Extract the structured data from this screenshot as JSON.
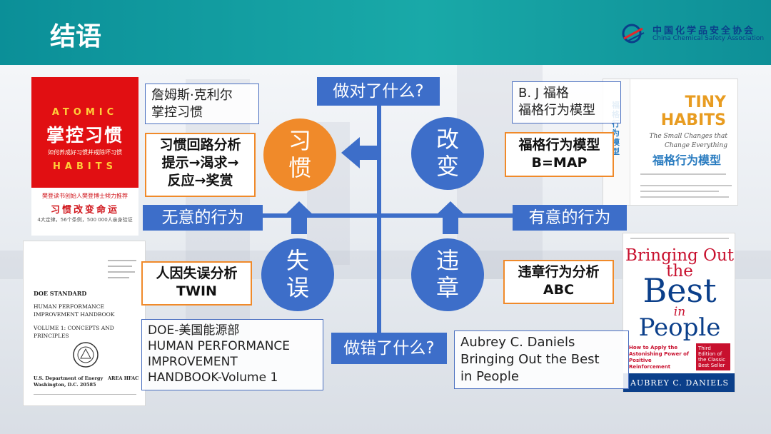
{
  "header": {
    "title": "结语"
  },
  "logo": {
    "cn": "中国化学品安全协会",
    "en": "China Chemical Safety Association"
  },
  "books": {
    "atomic": {
      "line1": "ATOMIC",
      "title": "掌控习惯",
      "subtitle": "如何养成好习惯并戒除坏习惯",
      "line2": "HABITS",
      "promo": "樊登读书创始人樊登博士倾力推荐",
      "slogan": "习惯改变命运",
      "stats": "4大定律，56个条例，500 000人亲身验证"
    },
    "doe": {
      "standard": "DOE STANDARD",
      "title": "HUMAN PERFORMANCE IMPROVEMENT HANDBOOK",
      "volume": "VOLUME 1: CONCEPTS AND PRINCIPLES",
      "dept": "U.S. Department of Energy Washington, D.C. 20585",
      "area": "AREA HFAC"
    },
    "tiny": {
      "spine": "福格行为模型",
      "title": "TINY HABITS",
      "subtitle": "The Small Changes that Change Everything",
      "cn": "福格行为模型"
    },
    "best": {
      "t1": "Bringing Out the",
      "t2": "Best",
      "t3": "in",
      "t4": "People",
      "promo": "How to Apply the Astonishing Power of Positive Reinforcement",
      "edition": "Third Edition of the Classic Best Seller",
      "author": "AUBREY C. DANIELS"
    }
  },
  "labels": {
    "james_clear": [
      "詹姆斯·克利尔",
      "掌控习惯"
    ],
    "bj_fogg": [
      "B. J 福格",
      "福格行为模型"
    ],
    "doe": [
      "DOE-美国能源部",
      "HUMAN PERFORMANCE",
      "IMPROVEMENT",
      "HANDBOOK-Volume 1"
    ],
    "daniels": [
      "Aubrey C. Daniels",
      "Bringing Out the Best",
      "in People"
    ]
  },
  "boxes": {
    "habit_loop": [
      "习惯回路分析",
      "提示→渴求→",
      "反应→奖赏"
    ],
    "fogg": [
      "福格行为模型",
      "B=MAP"
    ],
    "twin": [
      "人因失误分析",
      "TWIN"
    ],
    "abc": [
      "违章行为分析",
      "ABC"
    ]
  },
  "axes": {
    "top": "做对了什么?",
    "bottom": "做错了什么?",
    "left": "无意的行为",
    "right": "有意的行为"
  },
  "circles": {
    "habit": [
      "习",
      "惯"
    ],
    "change": [
      "改",
      "变"
    ],
    "error": [
      "失",
      "误"
    ],
    "violation": [
      "违",
      "章"
    ]
  },
  "colors": {
    "blue": "#3d6ec9",
    "orange": "#f08a2a",
    "teal": "#19a9a8"
  }
}
